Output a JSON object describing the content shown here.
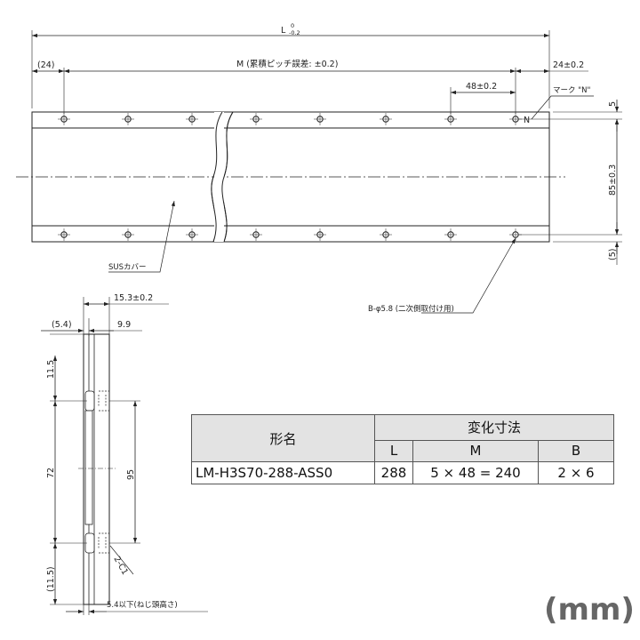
{
  "top_view": {
    "length_dim": "L",
    "length_tol_upper": "0",
    "length_tol_lower": "-0.2",
    "pitch_dim": "M (累積ピッチ誤差: ±0.2)",
    "left_end_dim": "(24)",
    "right_end_dim": "24±0.2",
    "pitch_dim_local": "48±0.2",
    "mark_label": "マーク \"N\"",
    "mark_letter": "N",
    "top_edge_dim": "5",
    "hole_span_dim": "85±0.3",
    "bottom_edge_dim": "(5)",
    "cover_label": "SUSカバー",
    "hole_label": "B-φ5.8 (二次側取付け用)"
  },
  "side_view": {
    "width_dim": "15.3±0.2",
    "left_dim": "(5.4)",
    "right_dim": "9.9",
    "top_margin_dim": "11.5",
    "inner_dim": "72",
    "height_dim": "95",
    "bottom_margin_dim": "(11.5)",
    "chamfer_label": "2-C1",
    "head_height_label": "5.4以下(ねじ頭高さ)"
  },
  "table": {
    "model_header": "形名",
    "dims_header": "変化寸法",
    "col_L": "L",
    "col_M": "M",
    "col_B": "B",
    "rows": [
      {
        "model": "LM-H3S70-288-ASS0",
        "L": "288",
        "M": "5 × 48 = 240",
        "B": "2 × 6"
      }
    ]
  },
  "unit": "(mm)"
}
